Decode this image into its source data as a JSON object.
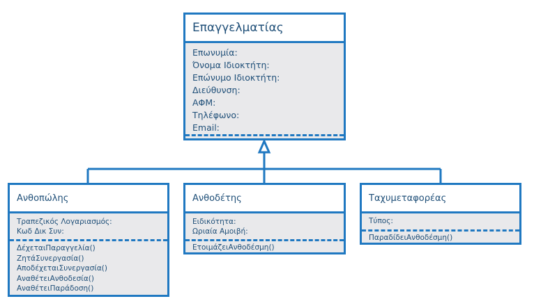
{
  "parent": {
    "title": "Επαγγελματίας",
    "attributes": [
      "Επωνυμία:",
      "Όνομα Ιδιοκτήτη:",
      "Επώνυμο Ιδιοκτήτη:",
      "Διεύθυνση:",
      "ΑΦΜ:",
      "Τηλέφωνο:",
      "Email:"
    ]
  },
  "children": [
    {
      "title": "Ανθοπώλης",
      "attributes": [
        "Τραπεζικός Λογαριασμός:",
        "Κωδ Δικ Συν:"
      ],
      "methods": [
        "ΔέχεταιΠαραγγελία()",
        "ΖητάΣυνεργασία()",
        "ΑποδέχεταιΣυνεργασία()",
        "ΑναθέτειΑνθοδεσία()",
        "ΑναθέτειΠαράδοση()"
      ]
    },
    {
      "title": "Ανθοδέτης",
      "attributes": [
        "Ειδικότητα:",
        "Ωριαία Αμοιβή:"
      ],
      "methods": [
        "ΕτοιμάζειΑνθοδέσμη()"
      ]
    },
    {
      "title": "Ταχυμεταφορέας",
      "attributes": [
        "Τύπος:"
      ],
      "methods": [
        "ΠαραδίδειΑνθοδέσμη()"
      ]
    }
  ],
  "colors": {
    "border": "#1f78c1",
    "section_fill": "#e9e9eb",
    "text": "#1f4f78"
  }
}
